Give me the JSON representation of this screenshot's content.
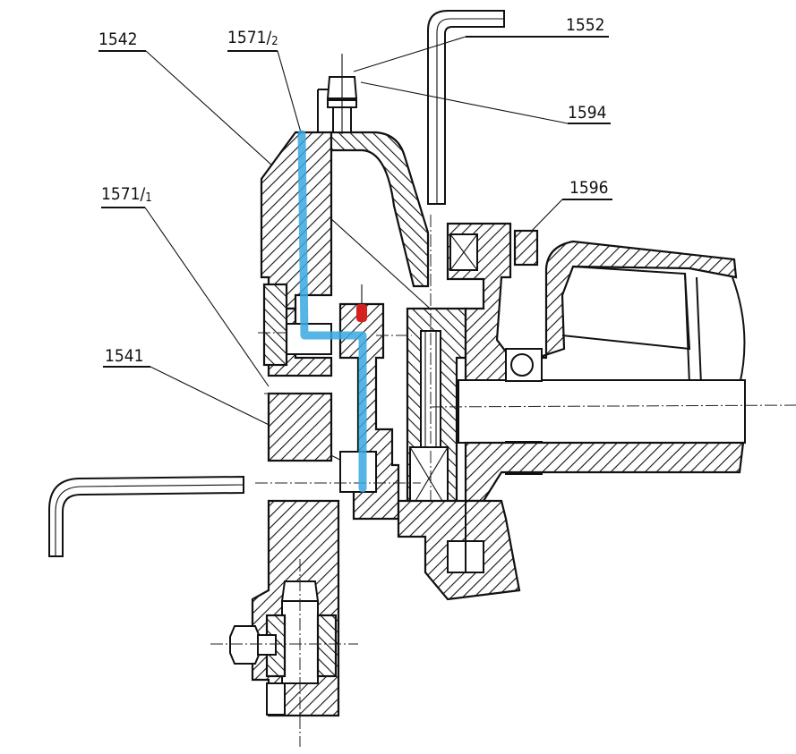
{
  "drawing": {
    "callouts": [
      {
        "id": "1542",
        "text": "1542"
      },
      {
        "id": "1571-2",
        "text": "1571/",
        "sub": "2"
      },
      {
        "id": "1552",
        "text": "1552"
      },
      {
        "id": "1594",
        "text": "1594"
      },
      {
        "id": "1596",
        "text": "1596"
      },
      {
        "id": "1571-1",
        "text": "1571/",
        "sub": "1"
      },
      {
        "id": "1541",
        "text": "1541"
      }
    ],
    "colors": {
      "lubrication_channel": "#3aa8e0",
      "grease_nipple": "#d62020",
      "ink": "#111111"
    }
  }
}
